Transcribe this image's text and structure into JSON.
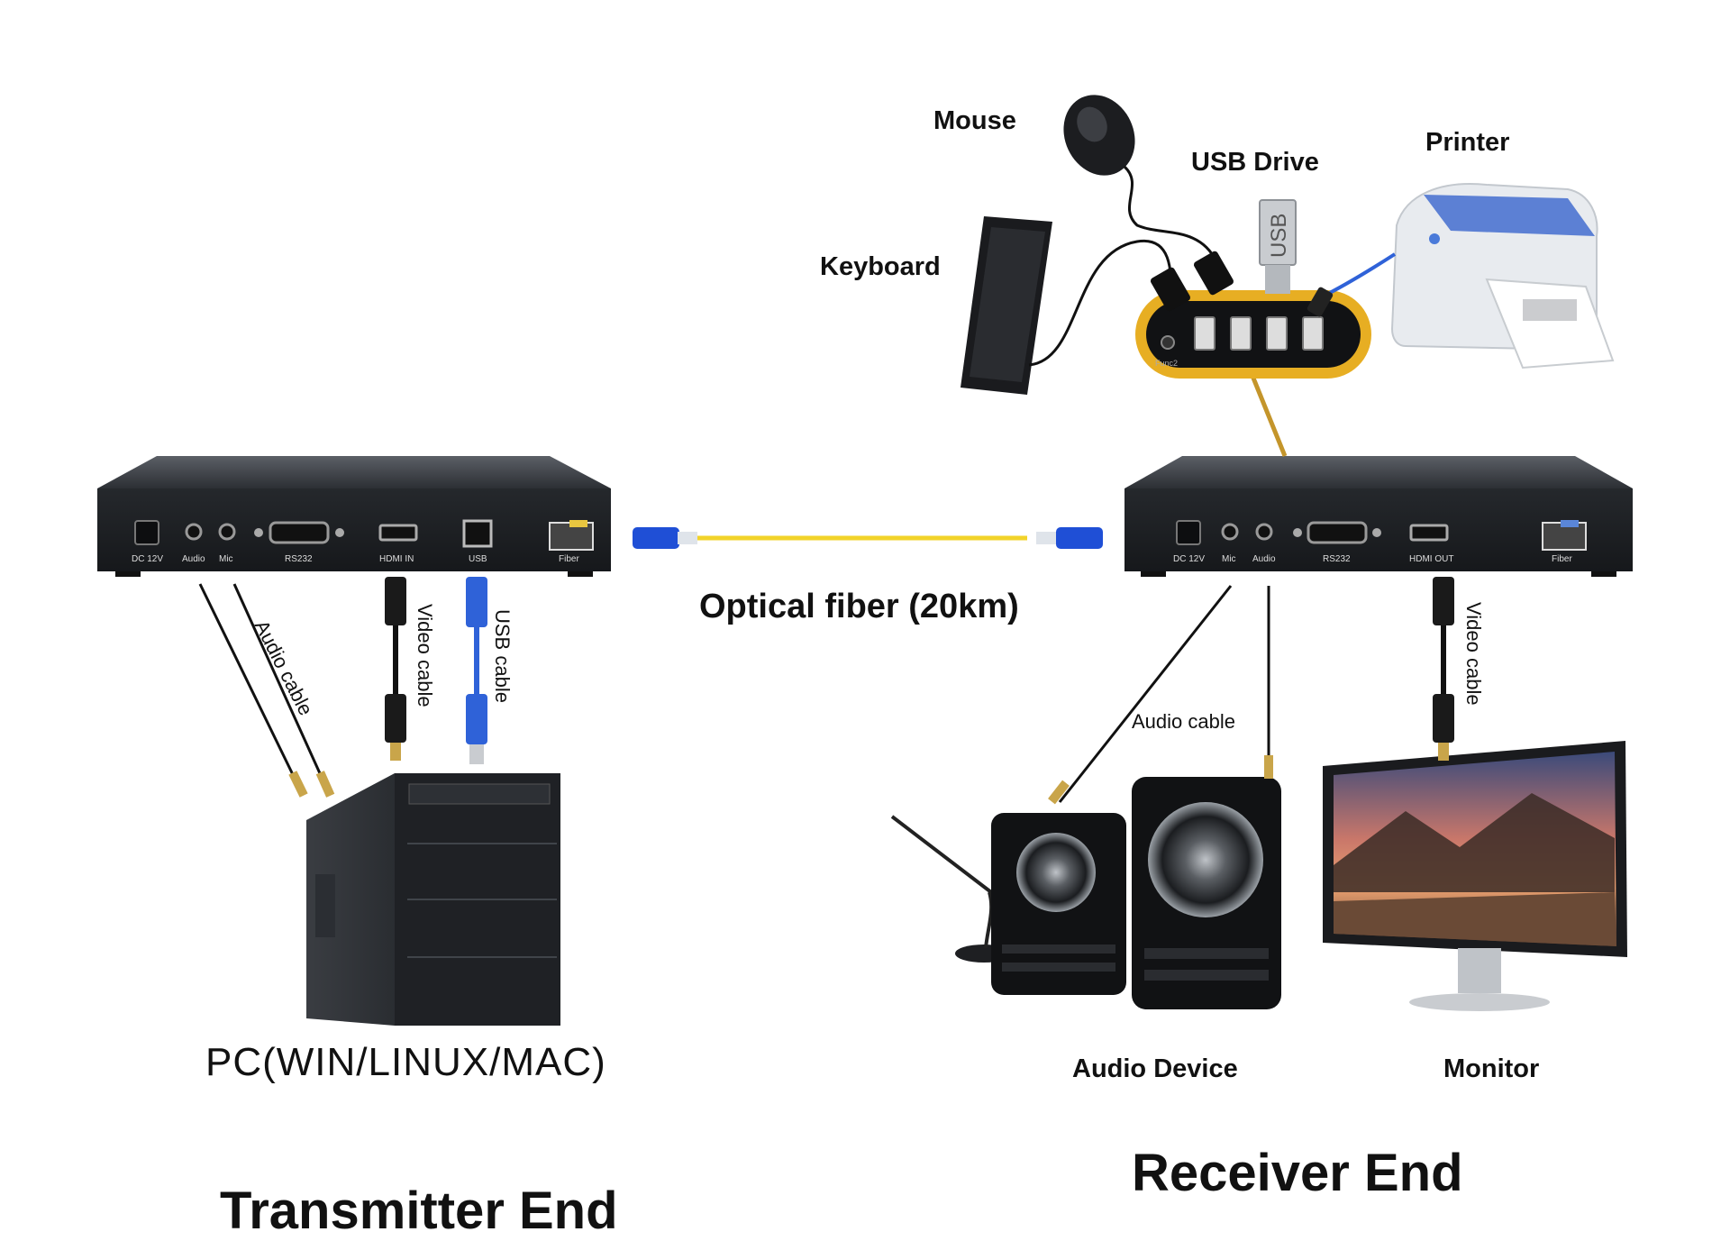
{
  "labels": {
    "mouse": "Mouse",
    "keyboard": "Keyboard",
    "usb_drive": "USB Drive",
    "printer": "Printer",
    "optical_fiber": "Optical fiber (20km)",
    "pc": "PC(WIN/LINUX/MAC)",
    "audio_device": "Audio Device",
    "monitor": "Monitor",
    "transmitter_end": "Transmitter End",
    "receiver_end": "Receiver End",
    "tx_audio_cable": "Audio cable",
    "tx_video_cable": "Video cable",
    "tx_usb_cable": "USB cable",
    "rx_audio_cable": "Audio cable",
    "rx_video_cable": "Video cable",
    "usb_stick": "USB",
    "hub_func": "Func2"
  },
  "tx_ports": [
    "DC 12V",
    "Audio",
    "Mic",
    "RS232",
    "HDMI IN",
    "USB",
    "Fiber"
  ],
  "rx_ports": [
    "DC 12V",
    "Mic",
    "Audio",
    "RS232",
    "HDMI OUT",
    "Fiber"
  ],
  "colors": {
    "fiber": "#f2d32a",
    "fiber_connector": "#1f4fd6",
    "hub": "#e7ae23",
    "usb_cable": "#2f62d8",
    "device_body": "#26292e",
    "hub_link": "#c4952b"
  }
}
